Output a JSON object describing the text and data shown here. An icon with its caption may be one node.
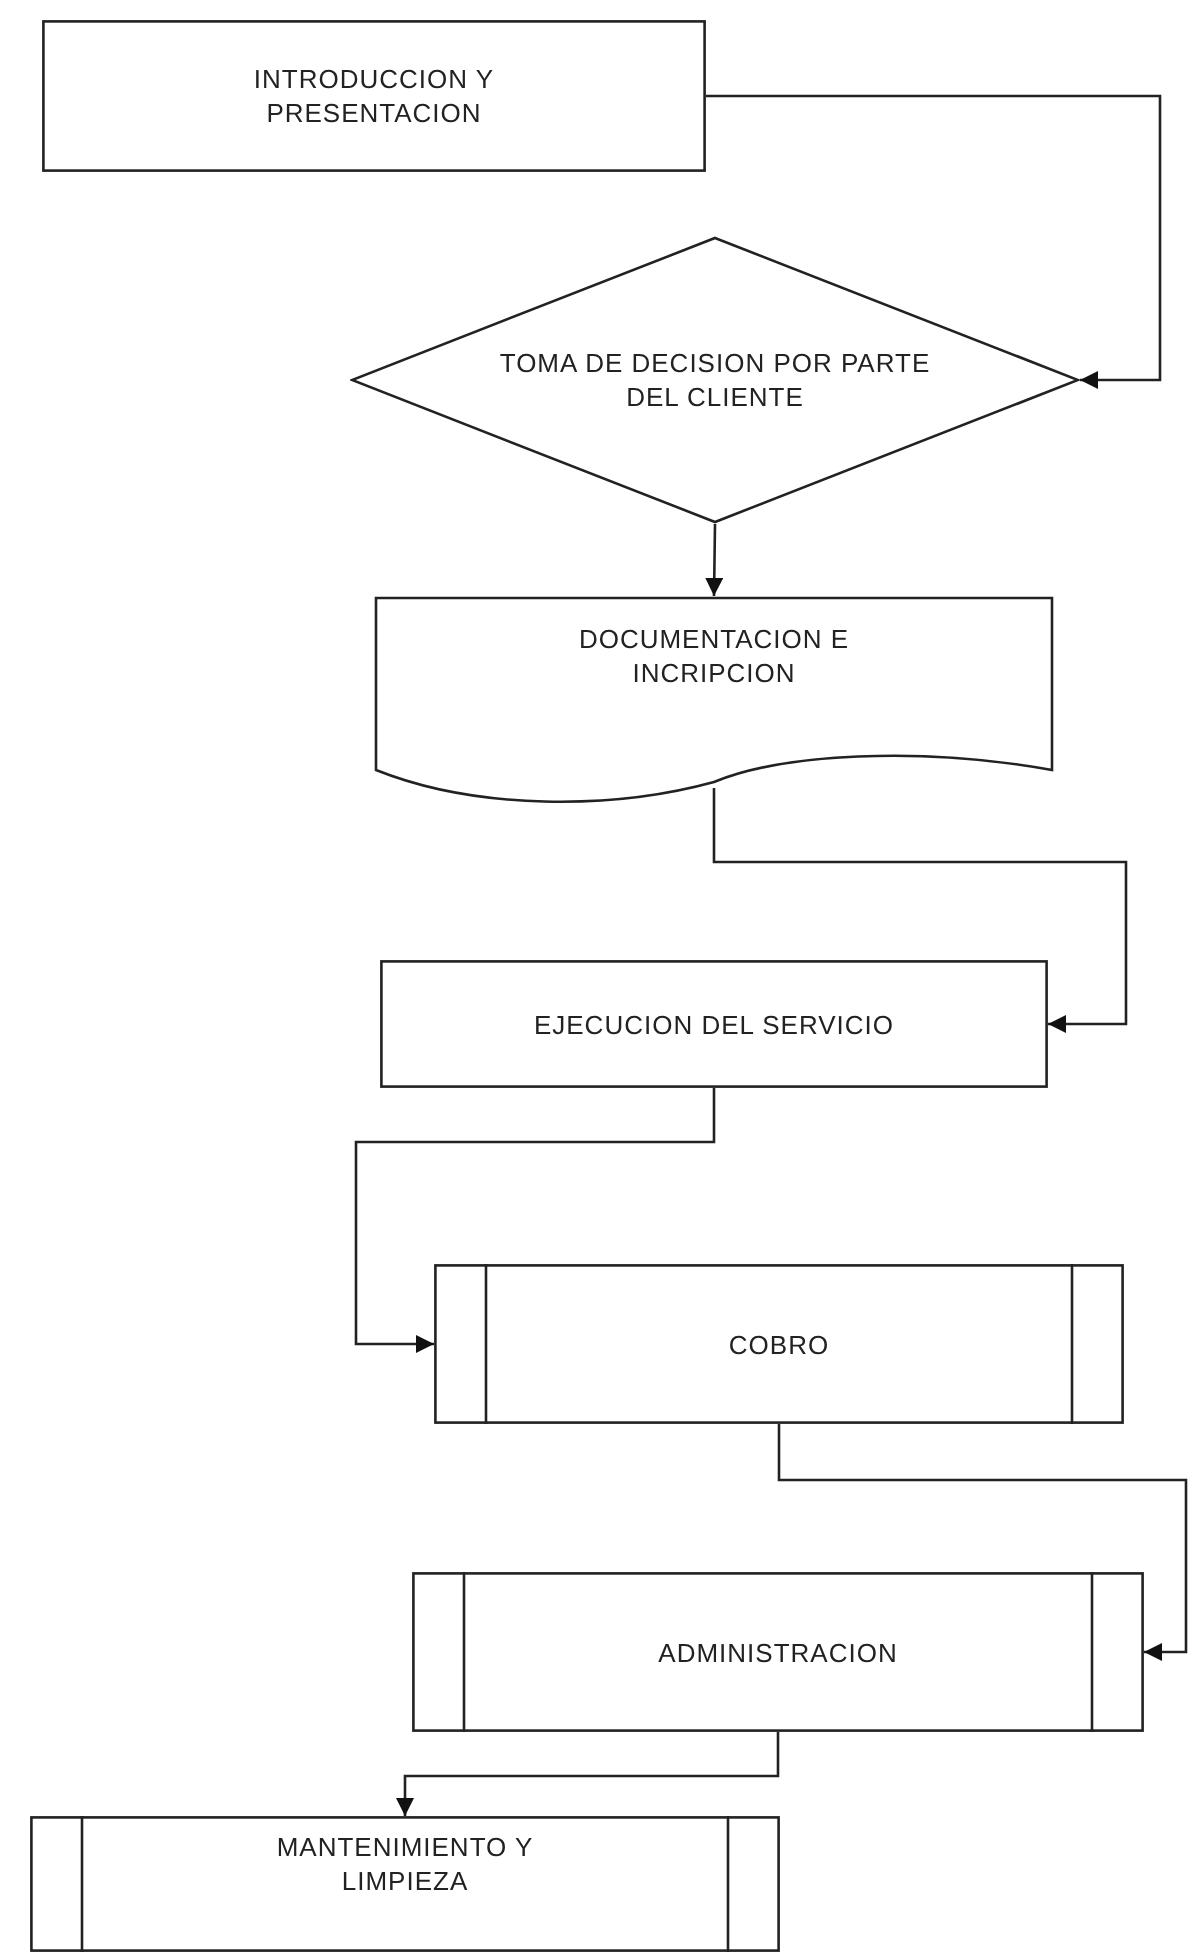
{
  "diagram": {
    "nodes": [
      {
        "text": [
          "INTRODUCCION Y PRESENTACION"
        ]
      },
      {
        "text": [
          "TOMA DE DECISION POR PARTE DEL CLIENTE"
        ]
      },
      {
        "text": [
          "DOCUMENTACION E INCRIPCION"
        ]
      },
      {
        "text": [
          "EJECUCION DEL SERVICIO"
        ]
      },
      {
        "text": [
          "COBRO"
        ]
      },
      {
        "text": [
          "ADMINISTRACION"
        ]
      },
      {
        "text": [
          "MANTENIMIENTO Y LIMPIEZA"
        ]
      }
    ],
    "edges": [
      {
        "from": 0,
        "to": 1,
        "arrow": "to"
      },
      {
        "from": 1,
        "to": 2,
        "arrow": "to"
      },
      {
        "from": 2,
        "to": 3,
        "arrow": "to"
      },
      {
        "from": 3,
        "to": 4,
        "arrow": "to"
      },
      {
        "from": 4,
        "to": 5,
        "arrow": "to"
      },
      {
        "from": 5,
        "to": 6,
        "arrow": "to"
      }
    ]
  }
}
